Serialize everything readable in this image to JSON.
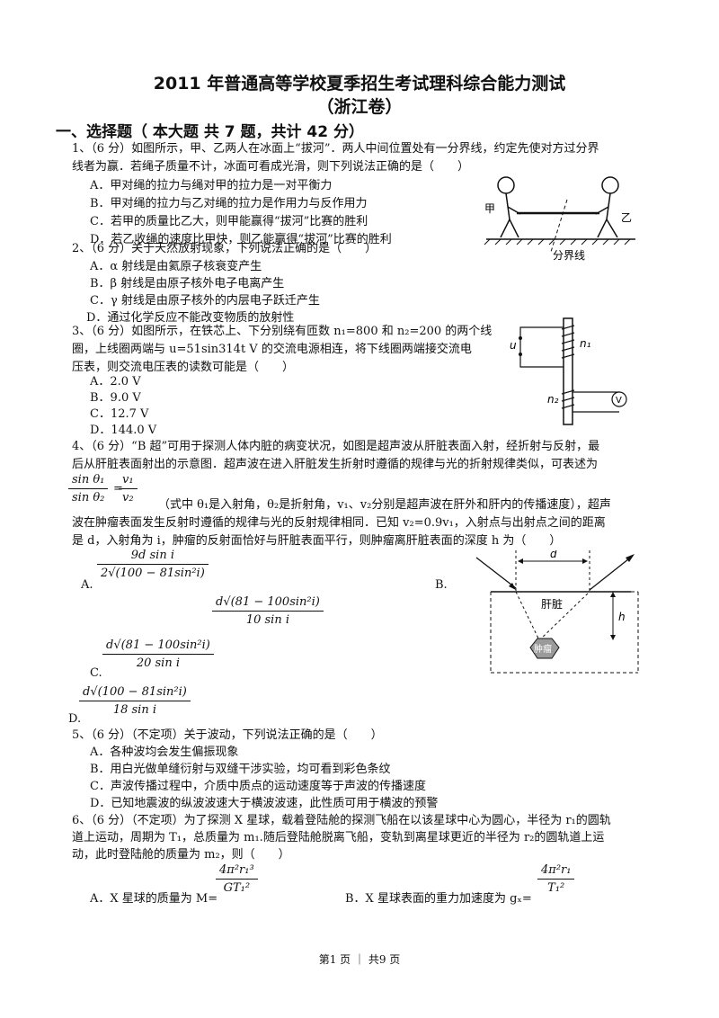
{
  "title": "2011 年普通高等学校夏季招生考试理科综合能力测试",
  "subtitle": "（浙江卷）",
  "section1": "一、选择题（ 本大题 共 7 题，共计 42 分）",
  "q1": {
    "stem1": "1、（6 分）如图所示，甲、乙两人在冰面上“拔河”．两人中间位置处有一分界线，约定先使对方过分界",
    "stem2": "线者为赢．若绳子质量不计，冰面可看成光滑，则下列说法正确的是（　　）",
    "A": "A．甲对绳的拉力与绳对甲的拉力是一对平衡力",
    "B": "B．甲对绳的拉力与乙对绳的拉力是作用力与反作用力",
    "C": "C．若甲的质量比乙大，则甲能赢得“拔河”比赛的胜利",
    "D": "D．若乙收绳的速度比甲快，则乙能赢得“拔河”比赛的胜利",
    "fig_jia": "甲",
    "fig_yi": "乙",
    "fig_line": "分界线"
  },
  "q2": {
    "stem": "2、（6 分）关于天然放射现象，下列说法正确的是（　　）",
    "A": "A．α 射线是由氦原子核衰变产生",
    "B": "B．β 射线是由原子核外电子电离产生",
    "C": "C．γ 射线是由原子核外的内层电子跃迁产生",
    "D": "D．通过化学反应不能改变物质的放射性"
  },
  "q3": {
    "stem1": "3、（6 分）如图所示，在铁芯上、下分别绕有匝数 n₁=800 和 n₂=200 的两个线",
    "stem2": "圈，上线圈两端与 u=51sin314t V 的交流电源相连，将下线圈两端接交流电",
    "stem3": "压表，则交流电压表的读数可能是（　　）",
    "A": "A．2.0 V",
    "B": "B．9.0 V",
    "C": "C．12.7 V",
    "D": "D．144.0 V",
    "fig_u": "u",
    "fig_n1": "n₁",
    "fig_n2": "n₂",
    "fig_v": "V"
  },
  "q4": {
    "stem1": "4、（6 分）“B 超”可用于探测人体内脏的病变状况，如图是超声波从肝脏表面入射，经折射与反射，最",
    "stem2": "后从肝脏表面射出的示意图．超声波在进入肝脏发生折射时遵循的规律与光的折射规律类似，可表述为",
    "formula_num": "sin θ₁",
    "formula_den": "sin θ₂",
    "formula_rnum": "v₁",
    "formula_rden": "v₂",
    "stem3": "（式中 θ₁是入射角，θ₂是折射角，v₁、v₂分别是超声波在肝外和肝内的传播速度），超声",
    "stem4": "波在肿瘤表面发生反射时遵循的规律与光的反射规律相同．已知 v₂=0.9v₁，入射点与出射点之间的距离",
    "stem5": "是 d，入射角为 i，肿瘤的反射面恰好与肝脏表面平行，则肿瘤离肝脏表面的深度 h 为（　　）",
    "A_label": "A.",
    "A_num": "9d sin i",
    "A_den": "2√(100 − 81sin²i)",
    "B_label": "B.",
    "B_num": "d√(81 − 100sin²i)",
    "B_den": "10 sin i",
    "C_label": "C.",
    "C_num": "d√(81 − 100sin²i)",
    "C_den": "20 sin i",
    "D_label": "D.",
    "D_num": "d√(100 − 81sin²i)",
    "D_den": "18 sin i",
    "fig_d": "d",
    "fig_h": "h",
    "fig_liver": "肝脏",
    "fig_tumor": "肿瘤"
  },
  "q5": {
    "stem": "5、（6 分）（不定项）关于波动，下列说法正确的是（　　）",
    "A": "A．各种波均会发生偏振现象",
    "B": "B．用白光做单缝衍射与双缝干涉实验，均可看到彩色条纹",
    "C": "C．声波传播过程中，介质中质点的运动速度等于声波的传播速度",
    "D": "D．已知地震波的纵波波速大于横波波速，此性质可用于横波的预警"
  },
  "q6": {
    "stem1": "6、（6 分）（不定项）为了探测 X 星球，载着登陆舱的探测飞船在以该星球中心为圆心，半径为 r₁的圆轨",
    "stem2": "道上运动，周期为 T₁，总质量为 m₁.随后登陆舱脱离飞船，变轨到离星球更近的半径为 r₂的圆轨道上运",
    "stem3": "动，此时登陆舱的质量为 m₂，则（　　）",
    "A": "A．X 星球的质量为 M=",
    "A_num": "4π²r₁³",
    "A_den": "GT₁²",
    "B": "B．X 星球表面的重力加速度为 gₓ=",
    "B_num": "4π²r₁",
    "B_den": "T₁²"
  },
  "footer": "第1 页 ｜ 共9 页"
}
